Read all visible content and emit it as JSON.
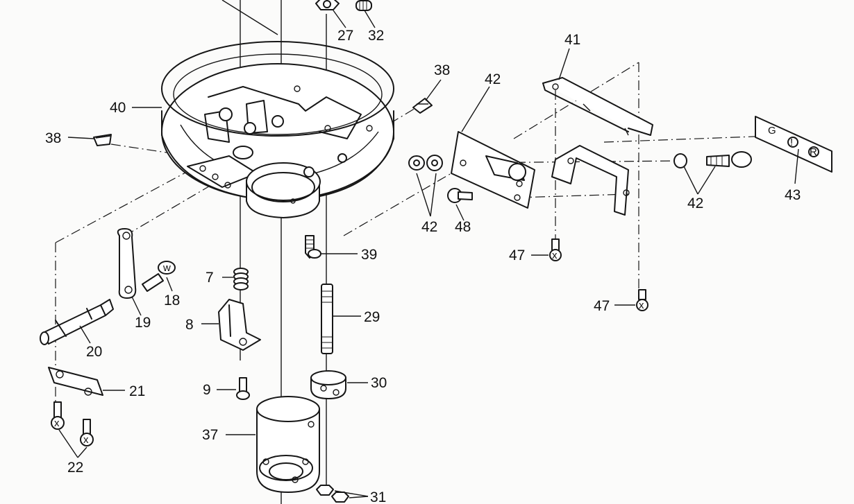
{
  "diagram": {
    "callouts": [
      "27",
      "32",
      "41",
      "38",
      "42",
      "40",
      "38",
      "43",
      "42",
      "42",
      "48",
      "47",
      "39",
      "7",
      "18",
      "19",
      "47",
      "8",
      "29",
      "20",
      "21",
      "30",
      "9",
      "37",
      "22",
      "31"
    ],
    "decal_letters": [
      "G",
      "!",
      "R"
    ]
  }
}
